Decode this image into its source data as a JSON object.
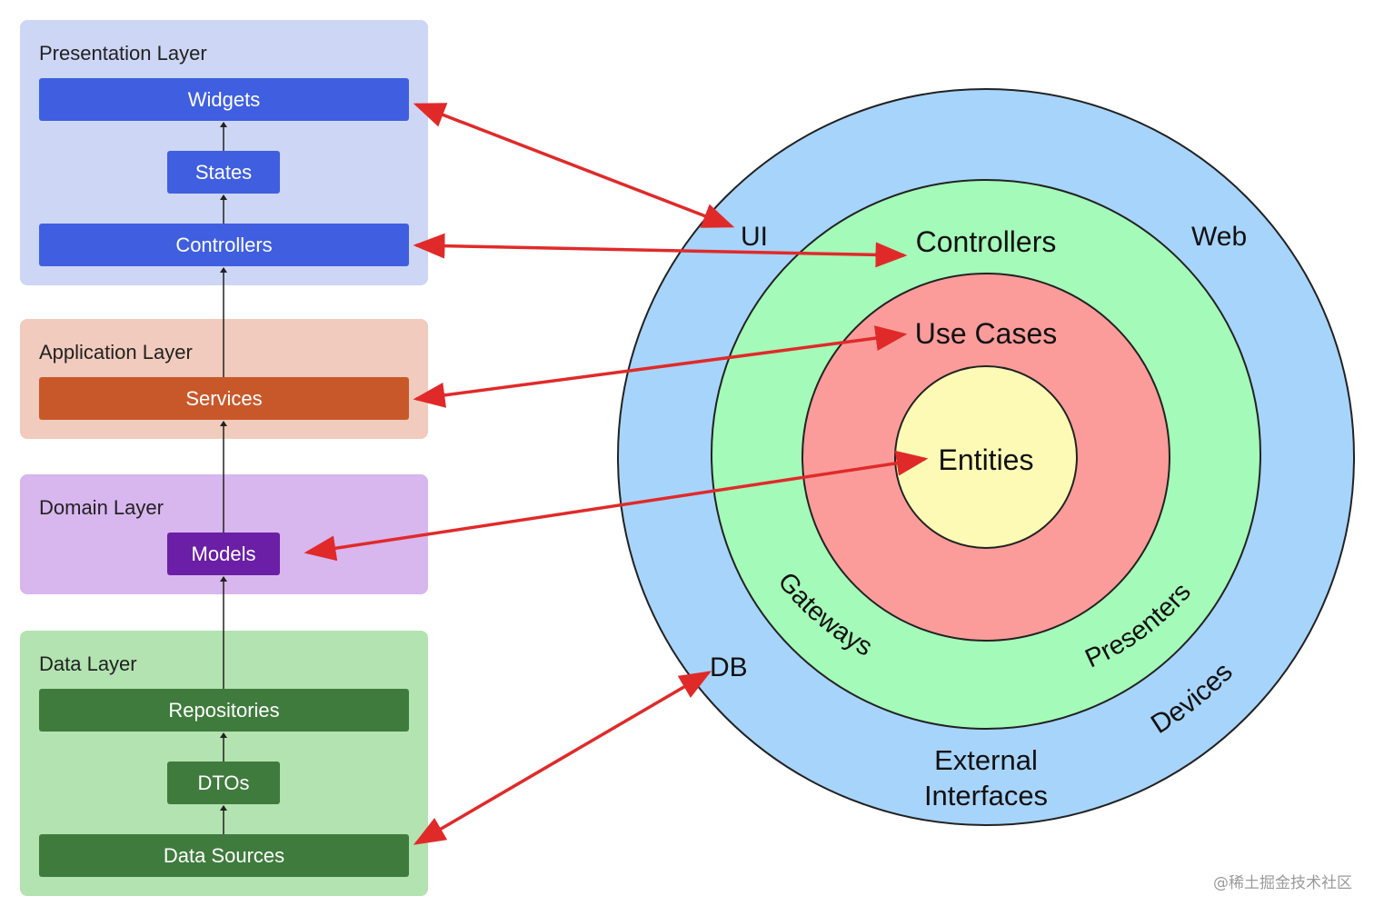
{
  "layers": {
    "presentation": {
      "title": "Presentation Layer",
      "color": "#cdd6f5",
      "items": {
        "widgets": "Widgets",
        "states": "States",
        "controllers": "Controllers"
      },
      "item_color": "#3f5fe0"
    },
    "application": {
      "title": "Application Layer",
      "color": "#f1cbbd",
      "items": {
        "services": "Services"
      },
      "item_color": "#c8582a"
    },
    "domain": {
      "title": "Domain Layer",
      "color": "#d8b6ee",
      "items": {
        "models": "Models"
      },
      "item_color": "#6a1fa6"
    },
    "data": {
      "title": "Data Layer",
      "color": "#b3e3b0",
      "items": {
        "repositories": "Repositories",
        "dtos": "DTOs",
        "data_sources": "Data Sources"
      },
      "item_color": "#3f7b3d"
    }
  },
  "onion": {
    "outer": {
      "color": "#a7d4fb",
      "labels": {
        "ui": "UI",
        "web": "Web",
        "db": "DB",
        "devices": "Devices",
        "external_1": "External",
        "external_2": "Interfaces"
      }
    },
    "interface_adapters": {
      "color": "#a4fab8",
      "labels": {
        "controllers": "Controllers",
        "gateways": "Gateways",
        "presenters": "Presenters"
      }
    },
    "use_cases": {
      "color": "#fb9c9a",
      "labels": {
        "use_cases": "Use Cases"
      }
    },
    "entities": {
      "color": "#fcfab4",
      "labels": {
        "entities": "Entities"
      }
    }
  },
  "arrow_color": "#e02a2a",
  "watermark": "@稀土掘金技术社区"
}
